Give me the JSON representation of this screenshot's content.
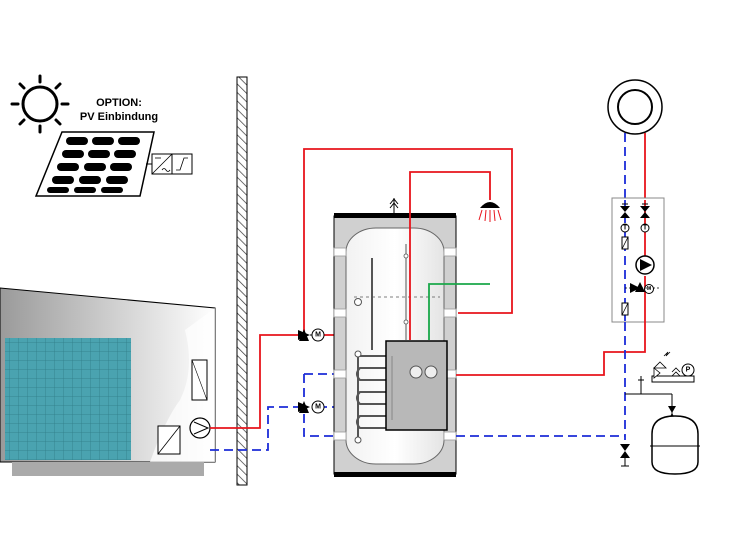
{
  "option_label": {
    "line1": "OPTION:",
    "line2": "PV Einbindung"
  },
  "motor_symbol": "M",
  "temp_symbol": "T",
  "pressure_symbol": "P",
  "colors": {
    "hot_line": "#e8141c",
    "cold_line": "#1c2cd8",
    "green_line": "#1aa84a",
    "heat_pump_grid": "#4aa3b0",
    "tank_body": "#c8c8c8"
  },
  "icons": [
    "sun-icon",
    "solar-panel-icon",
    "inverter-icon",
    "heat-pump-icon",
    "wall-icon",
    "storage-tank-icon",
    "shower-icon",
    "room-heater-icon",
    "pump-group-icon",
    "expansion-vessel-icon",
    "mixing-valve-icon"
  ]
}
